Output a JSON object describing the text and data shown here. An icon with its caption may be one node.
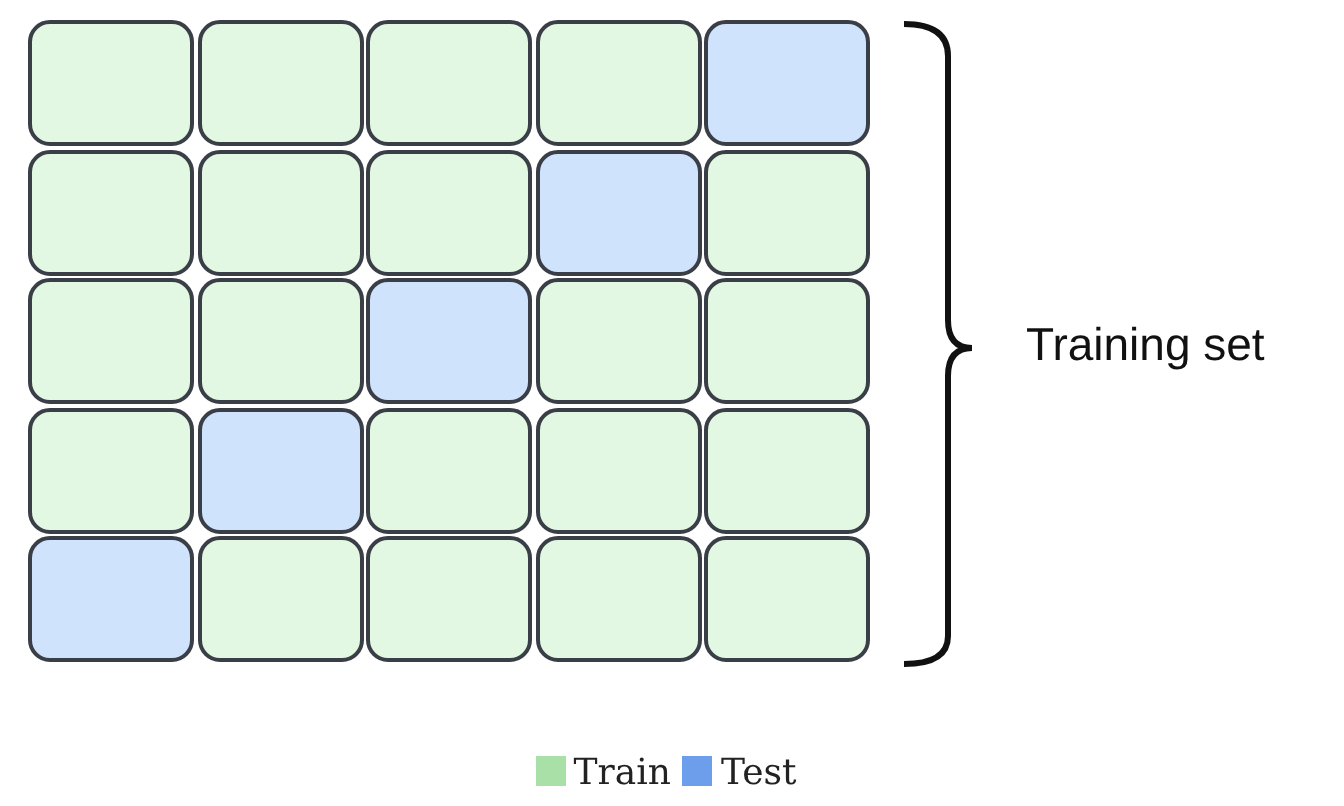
{
  "diagram": {
    "nodes": [
      {
        "text": [],
        "shape": "box"
      },
      {
        "text": [],
        "shape": "box"
      },
      {
        "text": [],
        "shape": "box"
      },
      {
        "text": [],
        "shape": "box"
      },
      {
        "text": [],
        "shape": "box"
      },
      {
        "text": [],
        "shape": "box"
      },
      {
        "text": [],
        "shape": "box"
      },
      {
        "text": [],
        "shape": "box"
      },
      {
        "text": [],
        "shape": "box"
      },
      {
        "text": [],
        "shape": "box"
      },
      {
        "text": [],
        "shape": "box"
      },
      {
        "text": [],
        "shape": "box"
      },
      {
        "text": [],
        "shape": "box"
      },
      {
        "text": [],
        "shape": "box"
      },
      {
        "text": [],
        "shape": "box"
      },
      {
        "text": [],
        "shape": "box"
      },
      {
        "text": [],
        "shape": "box"
      },
      {
        "text": [],
        "shape": "box"
      },
      {
        "text": [],
        "shape": "box"
      },
      {
        "text": [],
        "shape": "box"
      },
      {
        "text": [],
        "shape": "box"
      },
      {
        "text": [],
        "shape": "box"
      },
      {
        "text": [],
        "shape": "box"
      },
      {
        "text": [],
        "shape": "box"
      },
      {
        "text": [],
        "shape": "box"
      }
    ],
    "labels": [
      "Training set"
    ],
    "legend": [
      {
        "text": "Train",
        "color": "#a8e0a8"
      },
      {
        "text": "Test",
        "color": "#6d9eeb"
      }
    ]
  }
}
